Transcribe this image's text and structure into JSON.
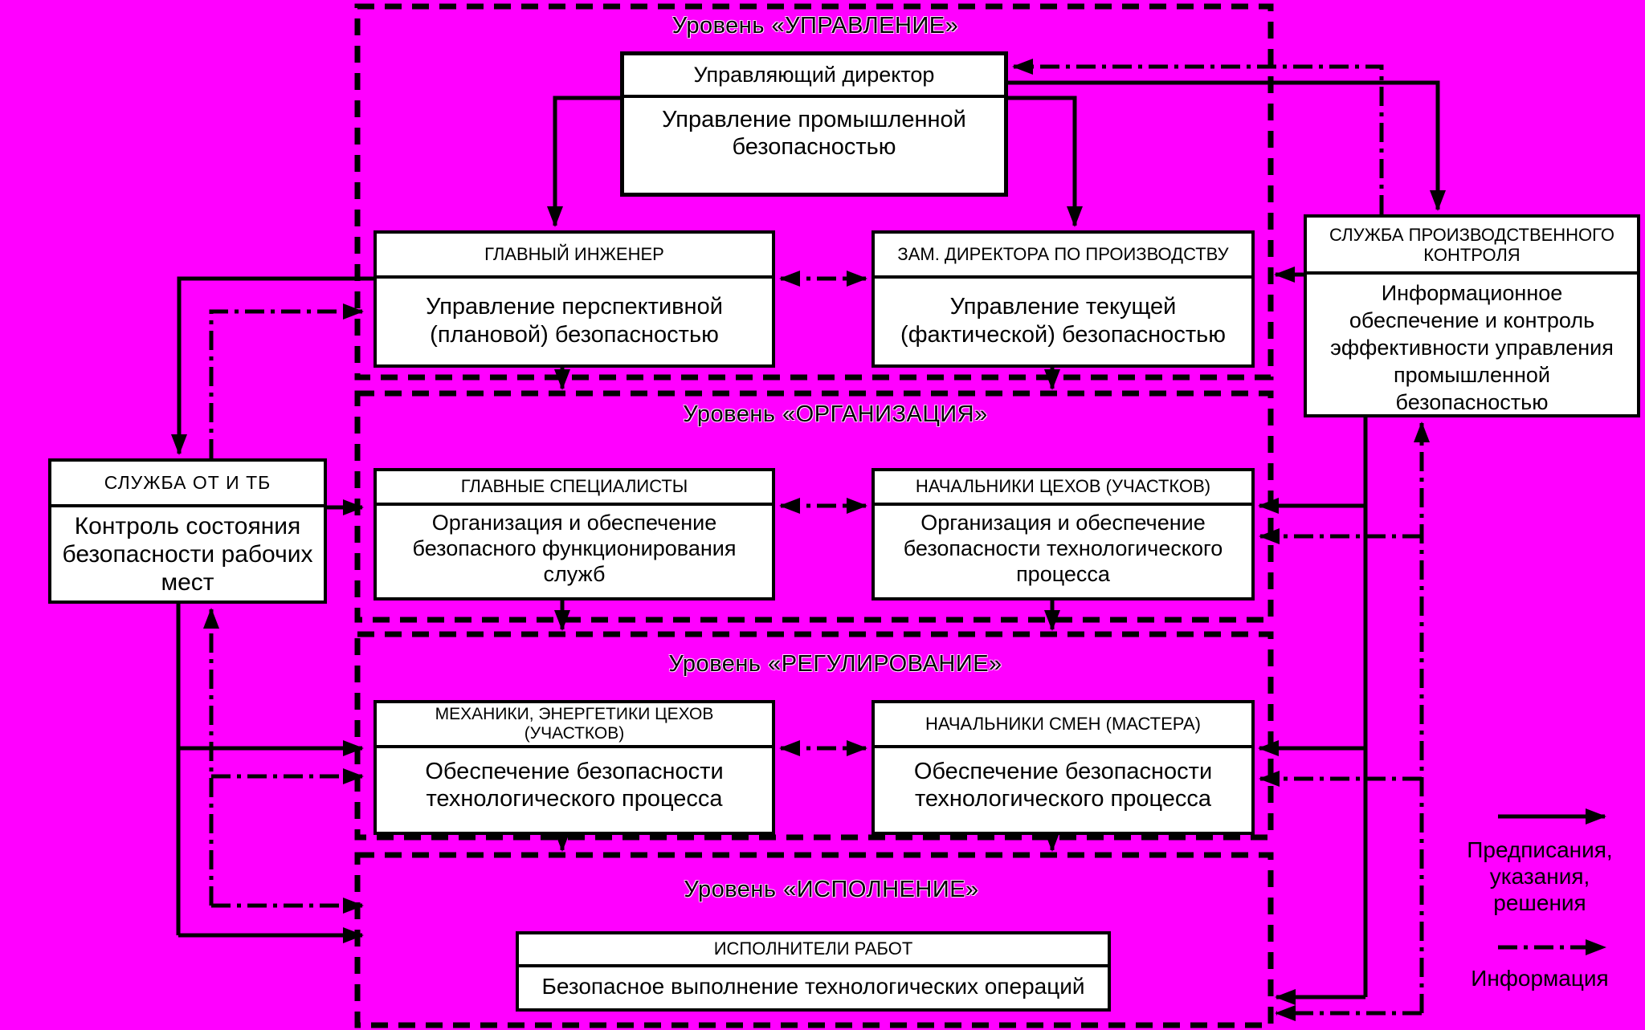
{
  "diagram": {
    "background_color": "#FF00FF",
    "line_color": "#000000",
    "levels": [
      {
        "id": "management",
        "label": "Уровень «УПРАВЛЕНИЕ»"
      },
      {
        "id": "organization",
        "label": "Уровень «ОРГАНИЗАЦИЯ»"
      },
      {
        "id": "regulation",
        "label": "Уровень «РЕГУЛИРОВАНИЕ»"
      },
      {
        "id": "execution",
        "label": "Уровень «ИСПОЛНЕНИЕ»"
      }
    ],
    "nodes": [
      {
        "id": "managing-director",
        "title": "Управляющий директор",
        "body": "Управление промышленной\nбезопасностью"
      },
      {
        "id": "chief-engineer",
        "title": "ГЛАВНЫЙ ИНЖЕНЕР",
        "body": "Управление перспективной\n(плановой) безопасностью"
      },
      {
        "id": "deputy-director-production",
        "title": "ЗАМ. ДИРЕКТОРА ПО ПРОИЗВОДСТВУ",
        "body": "Управление текущей\n(фактической) безопасностью"
      },
      {
        "id": "production-control-service",
        "title": "СЛУЖБА ПРОИЗВОДСТВЕННОГО\nКОНТРОЛЯ",
        "body": "Информационное\nобеспечение и контроль\nэффективности управления\nпромышленной\nбезопасностью"
      },
      {
        "id": "ot-tb-service",
        "title": "СЛУЖБА ОТ И ТБ",
        "body": "Контроль состояния\nбезопасности рабочих\nмест"
      },
      {
        "id": "chief-specialists",
        "title": "ГЛАВНЫЕ СПЕЦИАЛИСТЫ",
        "body": "Организация и обеспечение\nбезопасного функционирования\nслужб"
      },
      {
        "id": "shop-heads",
        "title": "НАЧАЛЬНИКИ ЦЕХОВ (УЧАСТКОВ)",
        "body": "Организация и обеспечение\nбезопасности технологического\nпроцесса"
      },
      {
        "id": "mechanics-energetics",
        "title": "МЕХАНИКИ, ЭНЕРГЕТИКИ ЦЕХОВ\n(УЧАСТКОВ)",
        "body": "Обеспечение безопасности\nтехнологического процесса"
      },
      {
        "id": "shift-heads",
        "title": "НАЧАЛЬНИКИ СМЕН (МАСТЕРА)",
        "body": "Обеспечение безопасности\nтехнологического процесса"
      },
      {
        "id": "work-executors",
        "title": "ИСПОЛНИТЕЛИ РАБОТ",
        "body": "Безопасное выполнение технологических операций"
      }
    ],
    "legend": {
      "solid_label": "Предписания,\nуказания,\nрешения",
      "dashdot_label": "Информация"
    }
  }
}
